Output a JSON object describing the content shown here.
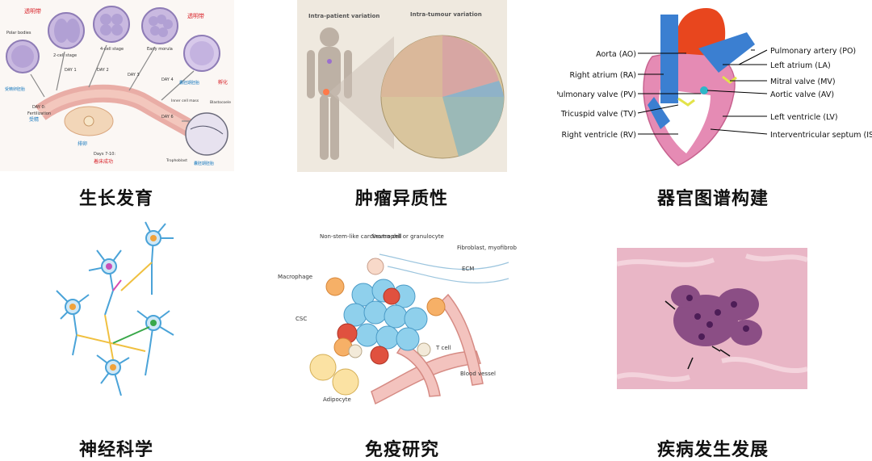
{
  "panels": [
    {
      "caption": "生长发育",
      "labels": {
        "zona_label_1": "透明带",
        "zona_label_2": "透明带",
        "polar_bodies": "Polar bodies",
        "two_cell": "2-cell stage",
        "four_cell": "4-cell stage",
        "early_morula": "Early morula",
        "day1": "DAY 1",
        "day2": "DAY 2",
        "day3": "DAY 3",
        "day4": "DAY 4",
        "day0": "DAY 0:",
        "fertilization": "Fertilization",
        "fertilization_cn": "受精",
        "ovulation_cn": "排卵",
        "hatching_cn": "孵化",
        "blastocyst_cn": "囊胚期胚胎",
        "fertilized_egg_cn": "受精卵胚胎",
        "day6": "DAY 6",
        "inner_cell_mass": "Inner cell mass",
        "blastocoele": "Blastocoele",
        "trophoblast": "Trophoblast",
        "day7": "Days 7-10:",
        "implantation_cn": "着床成功",
        "late_embryo_cn": "囊胚期胚胎"
      }
    },
    {
      "caption": "肿瘤异质性",
      "labels": {
        "intra_patient": "Intra-patient variation",
        "intra_tumour": "Intra-tumour variation"
      }
    },
    {
      "caption": "器官图谱构建",
      "labels": {
        "aorta": "Aorta (AO)",
        "right_atrium": "Right atrium (RA)",
        "pulmonary_valve": "Pulmonary valve (PV)",
        "tricuspid_valve": "Tricuspid valve (TV)",
        "right_ventricle": "Right ventricle (RV)",
        "pulmonary_artery": "Pulmonary artery (PO)",
        "left_atrium": "Left atrium (LA)",
        "mitral_valve": "Mitral valve (MV)",
        "aortic_valve": "Aortic valve (AV)",
        "left_ventricle": "Left ventricle (LV)",
        "septum": "Interventricular septum (IS)"
      }
    },
    {
      "caption": "神经科学",
      "labels": {}
    },
    {
      "caption": "免疫研究",
      "labels": {
        "non_stem": "Non-stem-like carcinoma cell",
        "neutrophil": "Neutrophil or granulocyte",
        "fibroblast": "Fibroblast, myofibroblast or MSC",
        "ecm": "ECM",
        "macrophage": "Macrophage",
        "csc": "CSC",
        "tcell": "T cell",
        "blood_vessel": "Blood vessel",
        "adipocyte": "Adipocyte"
      }
    },
    {
      "caption": "疾病发生发展",
      "labels": {}
    }
  ],
  "colors": {
    "heart_blue": "#3b7fd1",
    "heart_red": "#e8461e",
    "heart_pink": "#e58bb4",
    "tissue_pink": "#e9b6c6",
    "tissue_purple": "#7b3d7a",
    "neuron_blue": "#4aa3d8",
    "cell_blue": "#8fd0ec"
  }
}
